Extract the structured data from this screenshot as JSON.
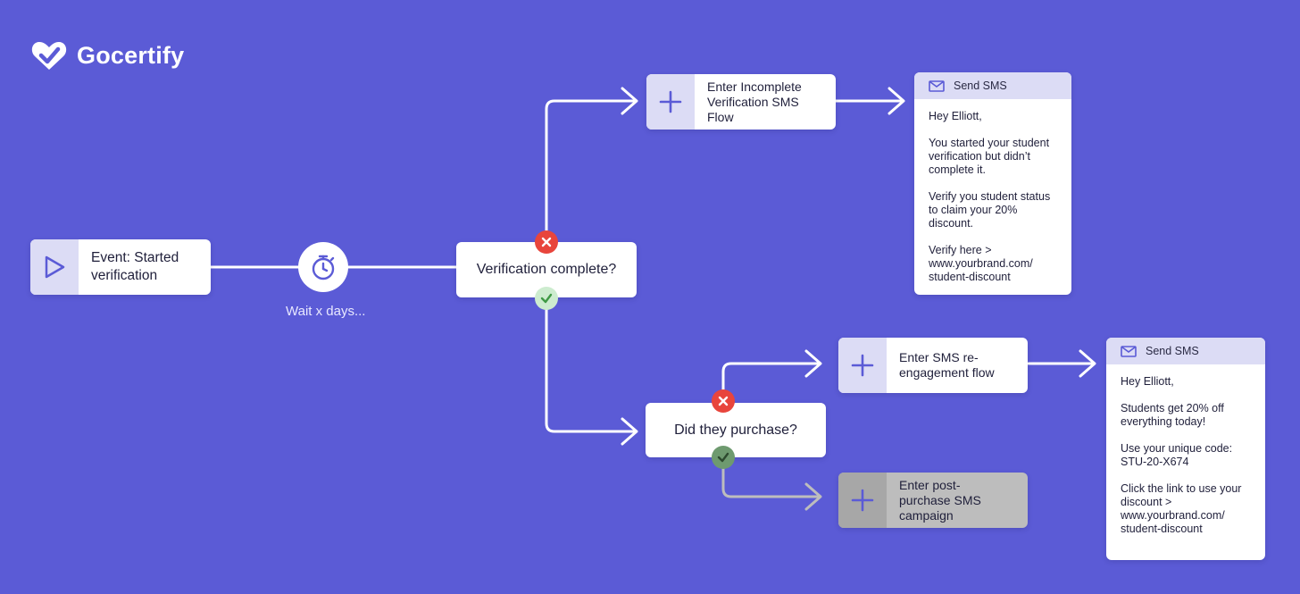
{
  "brand": {
    "name": "Gocertify"
  },
  "colors": {
    "background": "#5b5bd6",
    "accent": "#5b5bd6",
    "error": "#e8453c",
    "success": "#6fbf73"
  },
  "trigger": {
    "label": "Event: Started verification",
    "icon": "play-icon"
  },
  "wait": {
    "label": "Wait x days...",
    "icon": "stopwatch-icon"
  },
  "decision1": {
    "label": "Verification complete?"
  },
  "incomplete_flow": {
    "label": "Enter Incomplete Verification SMS Flow",
    "icon": "plus-icon"
  },
  "sms1": {
    "header": "Send SMS",
    "lines": [
      "Hey Elliott,",
      "You started your student verification but didn’t complete it.",
      "Verify you student status to claim your 20% discount.",
      "Verify here > www.yourbrand.com/ student-discount"
    ]
  },
  "decision2": {
    "label": "Did they purchase?"
  },
  "reengagement_flow": {
    "label": "Enter SMS re-engagement flow",
    "icon": "plus-icon"
  },
  "postpurchase_flow": {
    "label": "Enter post-purchase SMS campaign",
    "icon": "plus-icon"
  },
  "sms2": {
    "header": "Send SMS",
    "lines": [
      "Hey Elliott,",
      "Students get 20% off everything today!",
      "Use your unique code: STU-20-X674",
      "Click the link to use your discount > www.yourbrand.com/ student-discount"
    ]
  }
}
